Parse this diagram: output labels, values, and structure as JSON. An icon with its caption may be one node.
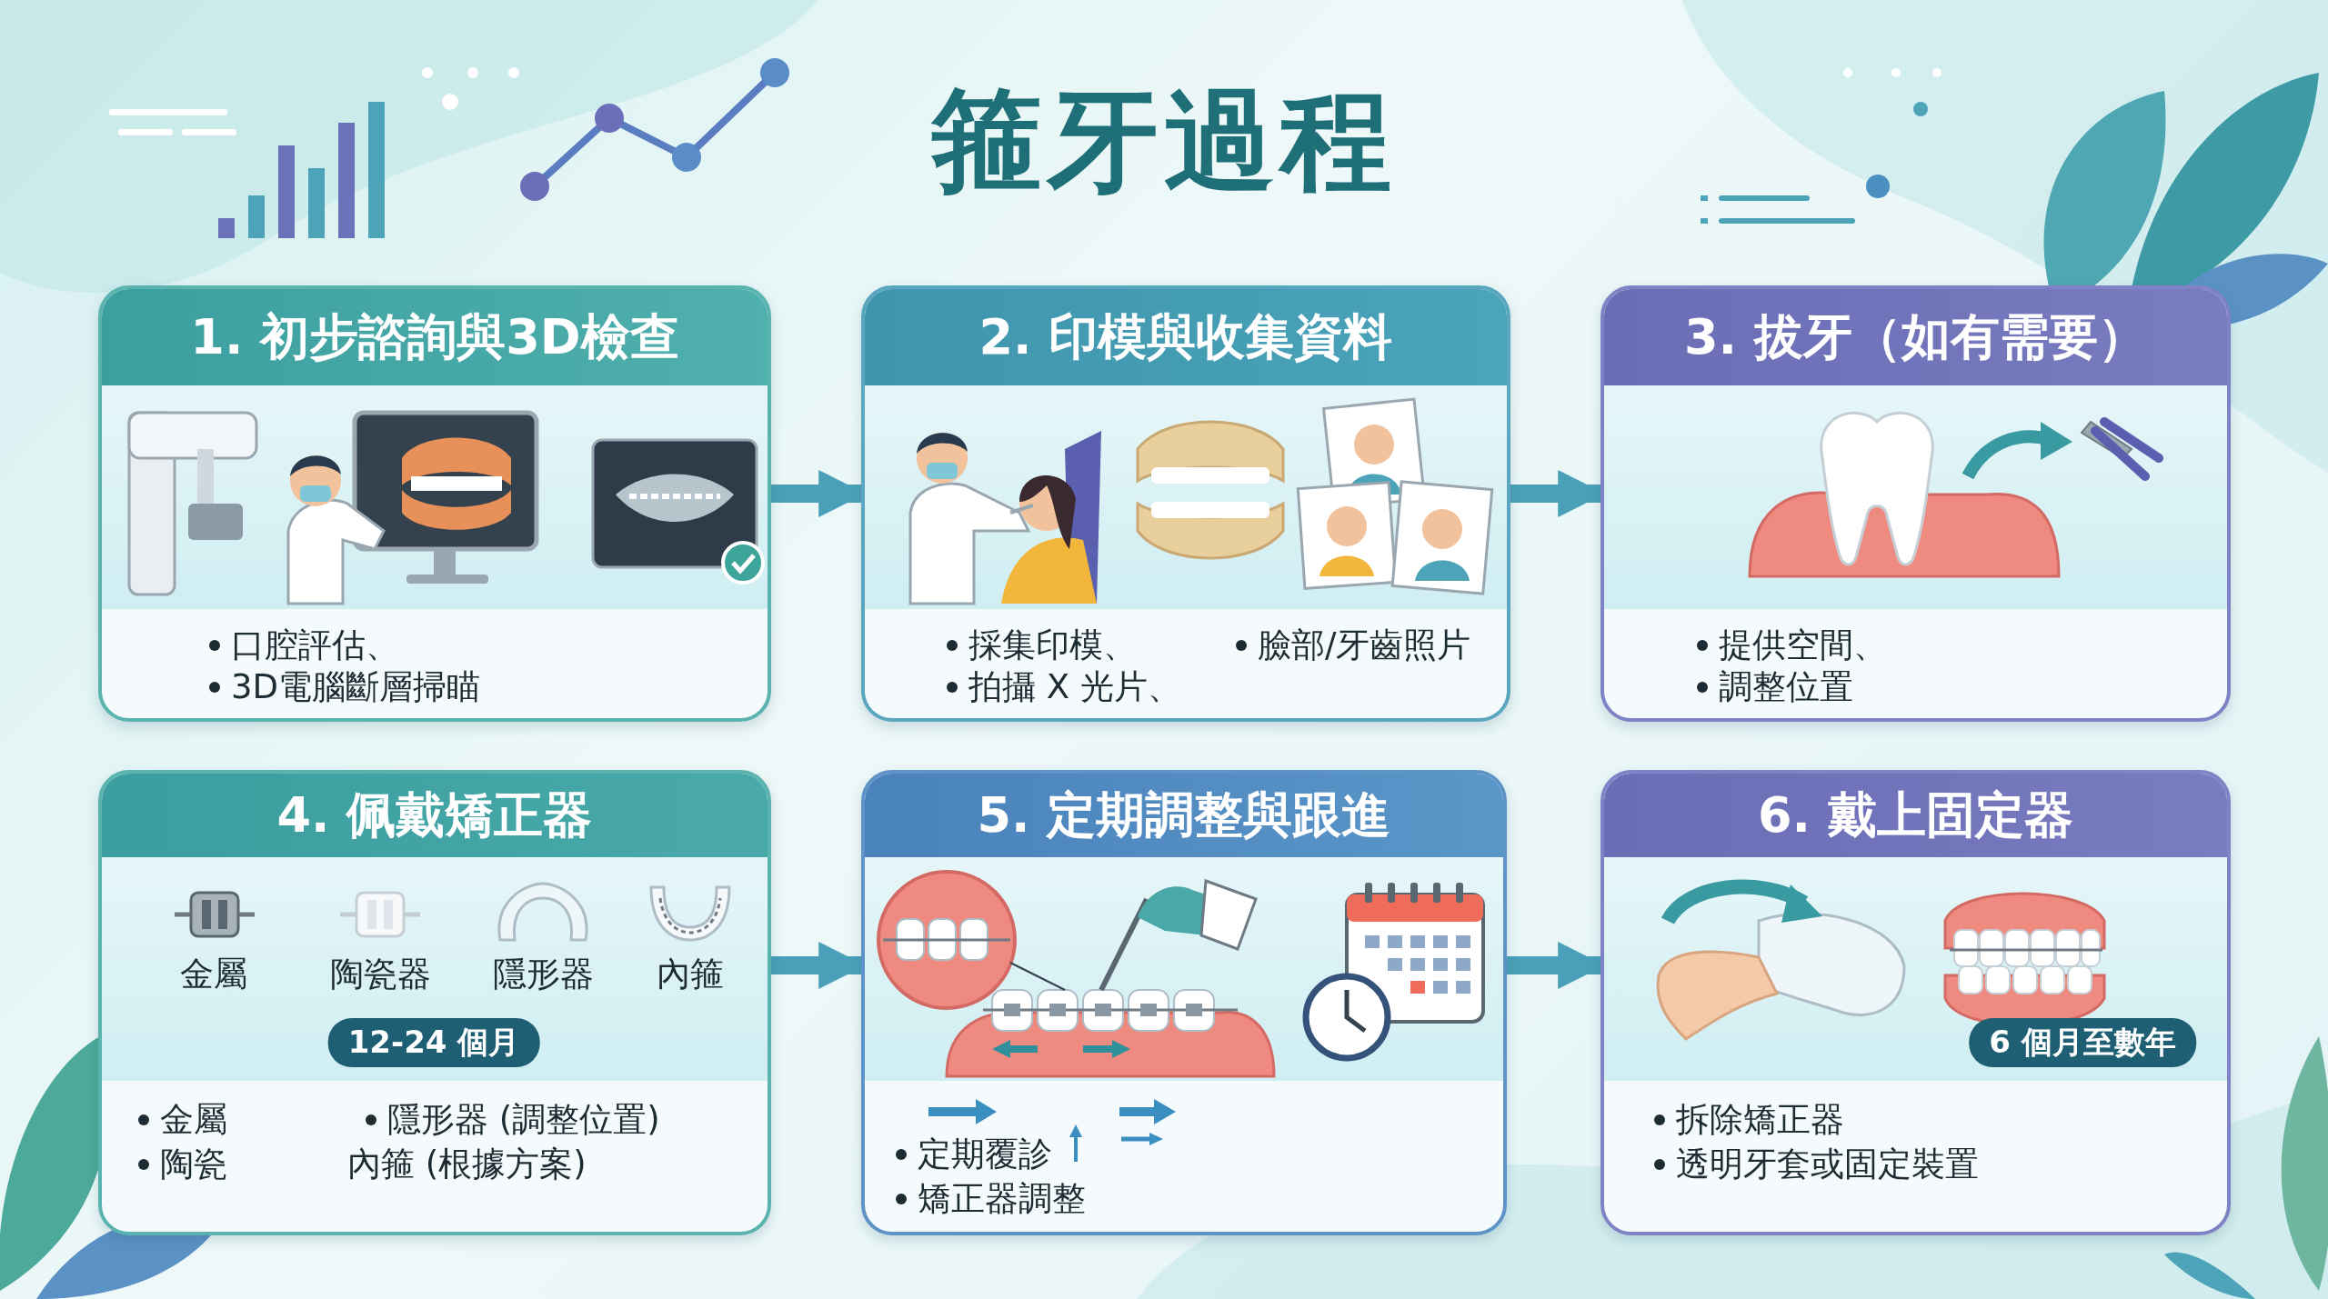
{
  "diagram": {
    "title": "箍牙過程",
    "nodes": [
      {
        "text": [
          "1. 初步諮詢與3D檢查",
          "口腔評估、",
          "3D電腦斷層掃瞄"
        ]
      },
      {
        "text": [
          "2. 印模與收集資料",
          "採集印模、",
          "拍攝 X 光片、",
          "臉部/牙齒照片"
        ]
      },
      {
        "text": [
          "3. 拔牙（如有需要）",
          "提供空間、",
          "調整位置"
        ]
      },
      {
        "text": [
          "4. 佩戴矯正器",
          "金屬",
          "陶瓷器",
          "隱形器",
          "內箍",
          "12-24 個月",
          "金屬",
          "陶瓷",
          "隱形器 (調整位置)",
          "內箍 (根據方案)"
        ]
      },
      {
        "text": [
          "5. 定期調整與跟進",
          "定期覆診",
          "矯正器調整"
        ]
      },
      {
        "text": [
          "6. 戴上固定器",
          "6 個月至數年",
          "拆除矯正器",
          "透明牙套或固定裝置"
        ]
      }
    ],
    "edges": [
      {
        "from": 0,
        "to": 1,
        "arrow": "to"
      },
      {
        "from": 1,
        "to": 2,
        "arrow": "to"
      },
      {
        "from": 3,
        "to": 4,
        "arrow": "to"
      },
      {
        "from": 4,
        "to": 5,
        "arrow": "to"
      }
    ]
  }
}
